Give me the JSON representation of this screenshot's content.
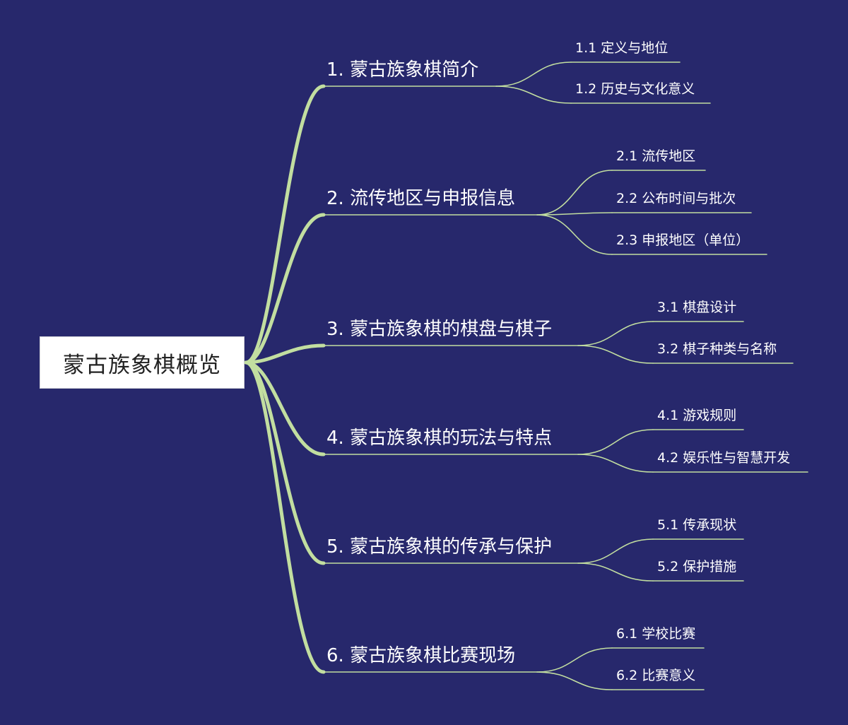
{
  "colors": {
    "background": "#27286c",
    "branch_line": "#c2dea0",
    "leaf_line": "#c2dea0",
    "root_fill": "#ffffff",
    "text": "#ffffff"
  },
  "root": {
    "label": "蒙古族象棋概览"
  },
  "branches": [
    {
      "label": "1. 蒙古族象棋简介",
      "children": [
        "1.1 定义与地位",
        "1.2 历史与文化意义"
      ]
    },
    {
      "label": "2. 流传地区与申报信息",
      "children": [
        "2.1 流传地区",
        "2.2 公布时间与批次",
        "2.3 申报地区（单位）"
      ]
    },
    {
      "label": "3. 蒙古族象棋的棋盘与棋子",
      "children": [
        "3.1 棋盘设计",
        "3.2 棋子种类与名称"
      ]
    },
    {
      "label": "4. 蒙古族象棋的玩法与特点",
      "children": [
        "4.1 游戏规则",
        "4.2 娱乐性与智慧开发"
      ]
    },
    {
      "label": "5. 蒙古族象棋的传承与保护",
      "children": [
        "5.1 传承现状",
        "5.2 保护措施"
      ]
    },
    {
      "label": "6. 蒙古族象棋比赛现场",
      "children": [
        "6.1 学校比赛",
        "6.2 比赛意义"
      ]
    }
  ]
}
